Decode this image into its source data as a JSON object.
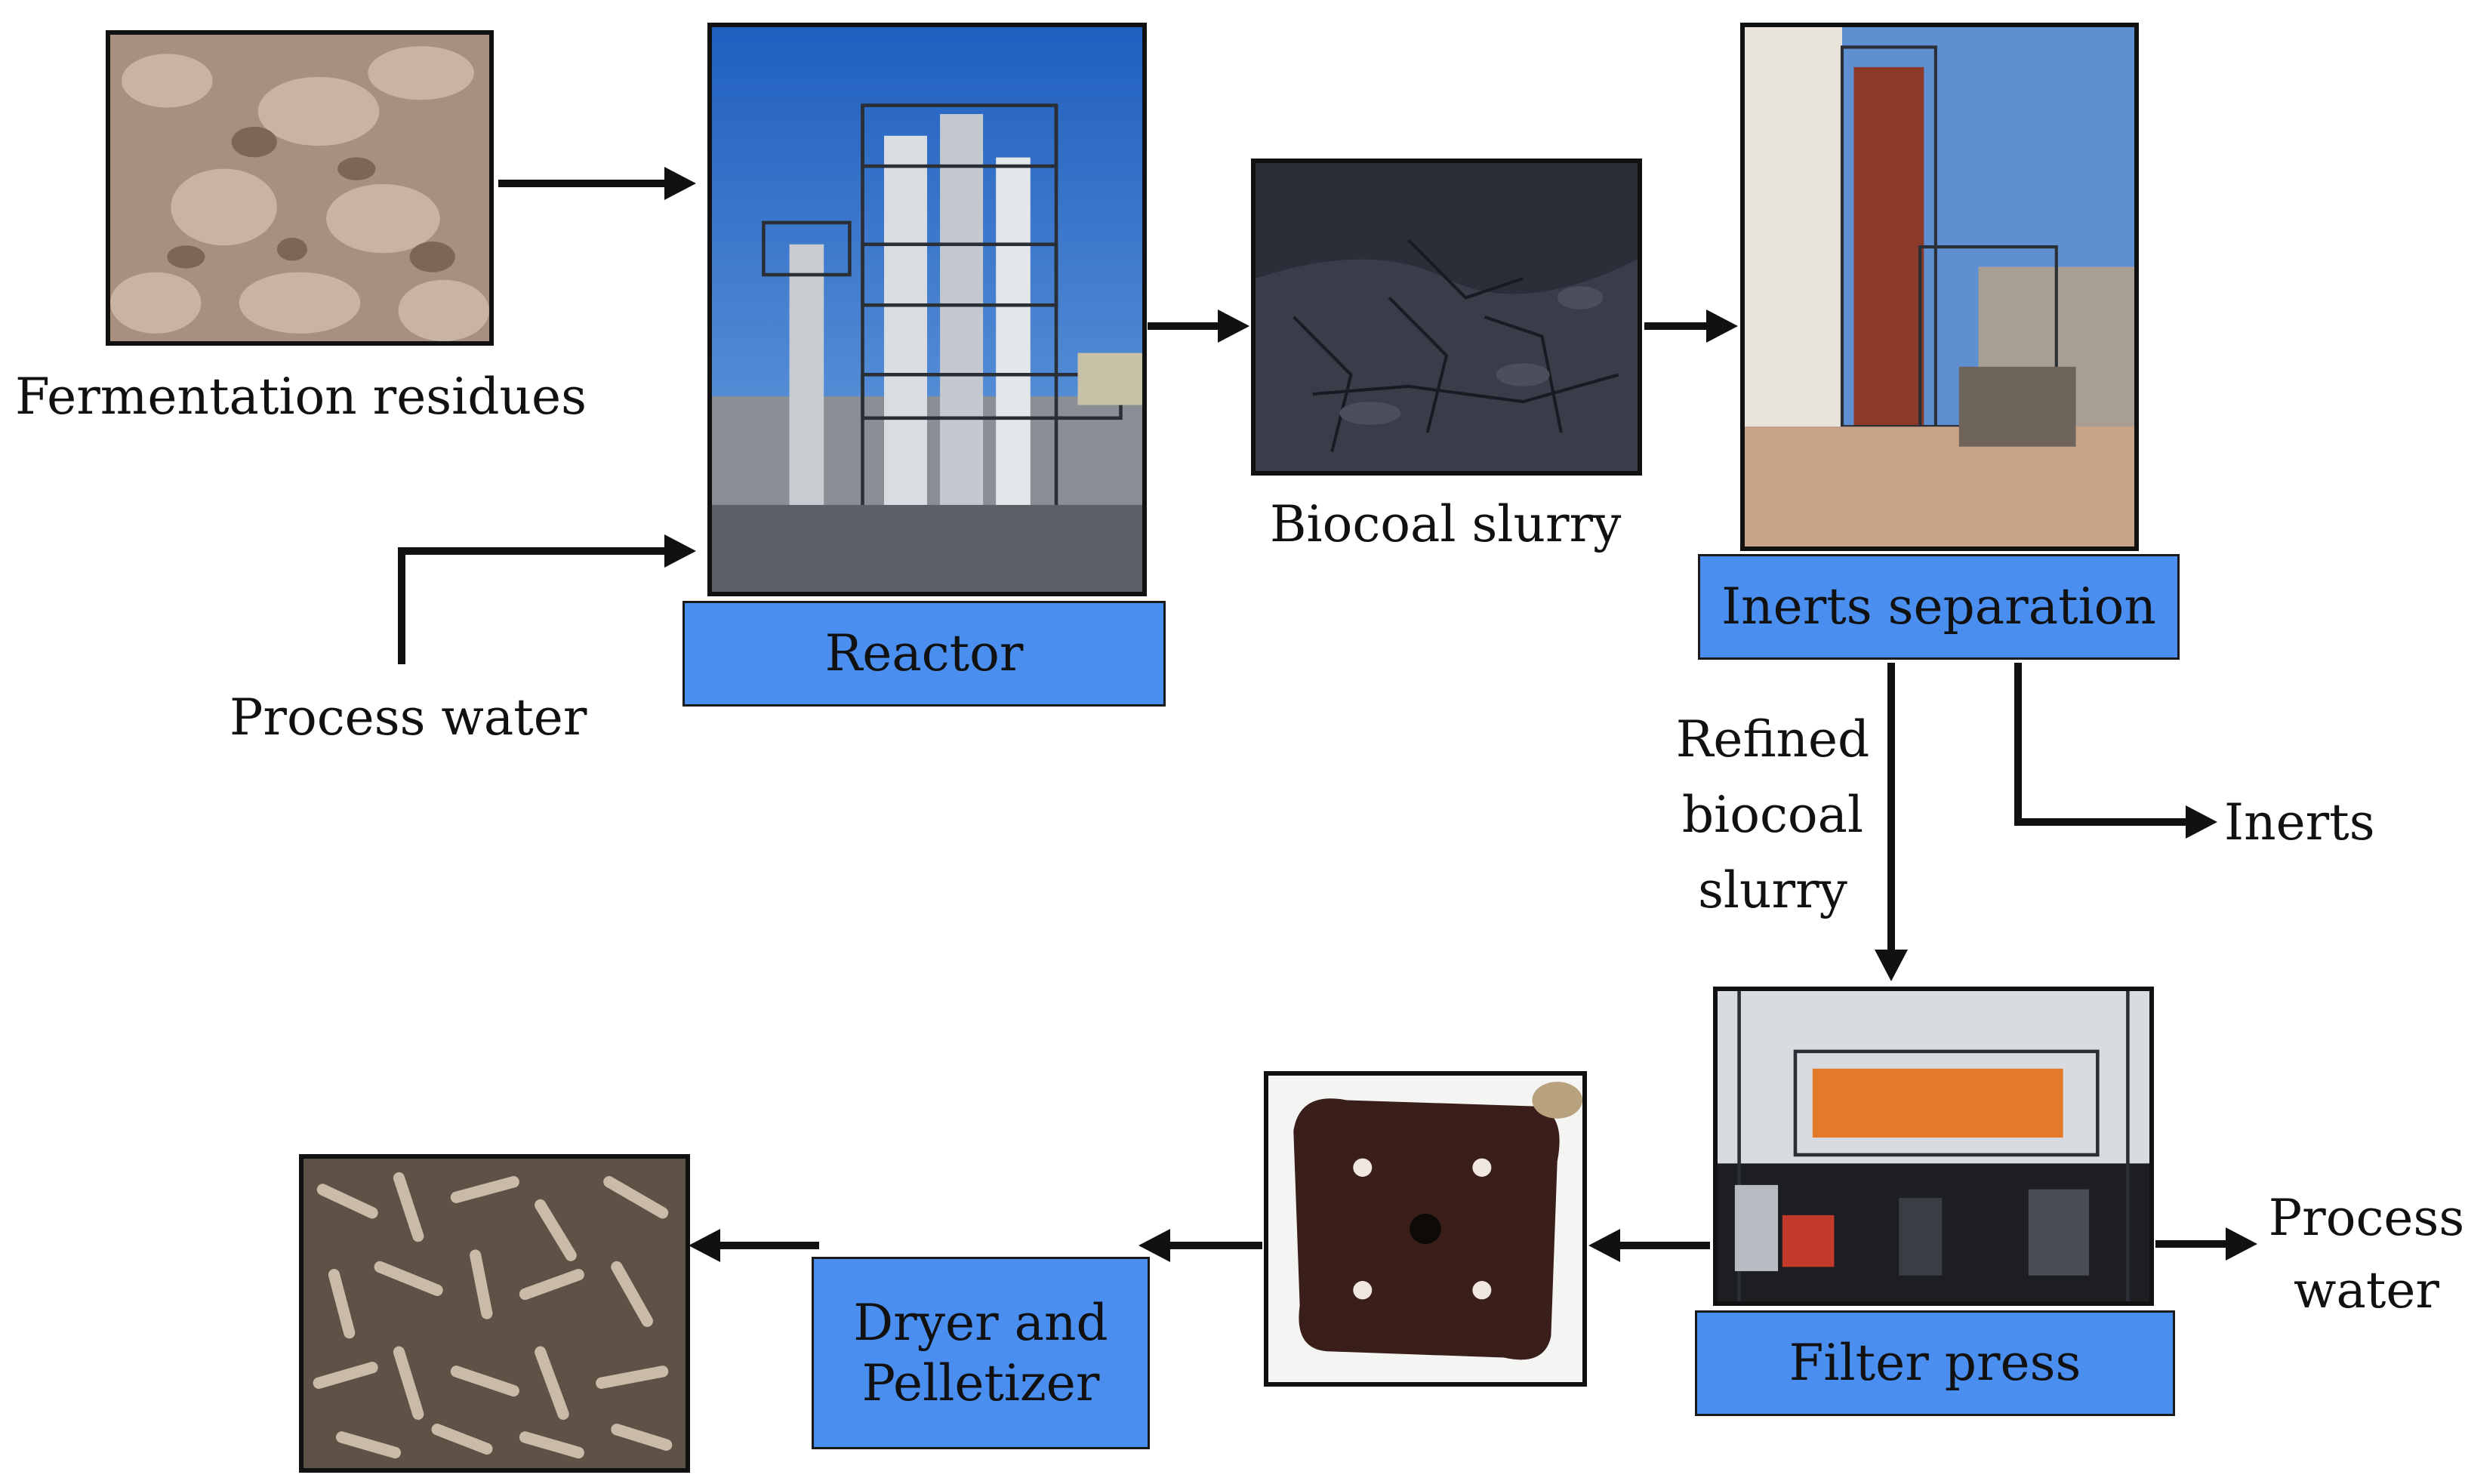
{
  "nodes": {
    "fermentation_residues": "Fermentation residues",
    "process_water_in": "Process water",
    "reactor": "Reactor",
    "biocoal_slurry": "Biocoal slurry",
    "inerts_separation": "Inerts separation",
    "refined_line1": "Refined",
    "refined_line2": "biocoal",
    "refined_line3": "slurry",
    "inerts": "Inerts",
    "process_water_out_line1": "Process",
    "process_water_out_line2": "water",
    "filter_press": "Filter press",
    "dryer_line1": "Dryer and",
    "dryer_line2": "Pelletizer"
  },
  "colors": {
    "box_fill": "#4a8ff0",
    "arrow": "#111111"
  },
  "icons": {
    "residues": "soil-photo",
    "reactor": "industrial-plant-photo",
    "slurry": "wet-slurry-photo",
    "separation": "separation-plant-photo",
    "press": "filter-press-photo",
    "cake": "filter-cake-photo",
    "pellets": "pellets-photo"
  }
}
